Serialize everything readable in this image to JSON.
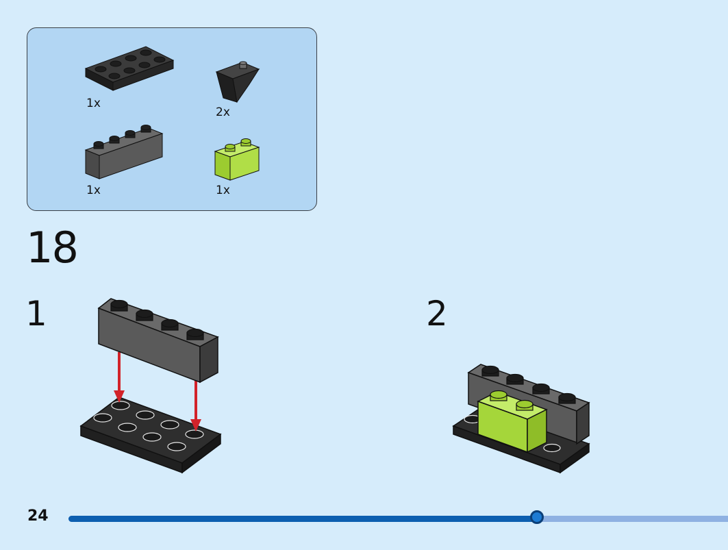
{
  "parts_panel": {
    "items": [
      {
        "name": "black-plate-2x4",
        "quantity": "1x",
        "color": "#2b2b2b"
      },
      {
        "name": "black-inverted-slope",
        "quantity": "2x",
        "color": "#2b2b2b"
      },
      {
        "name": "dark-gray-brick-1x4",
        "quantity": "1x",
        "color": "#555555"
      },
      {
        "name": "lime-brick-1x2",
        "quantity": "1x",
        "color": "#a5d63a"
      }
    ]
  },
  "step": {
    "number": "18",
    "substeps": [
      {
        "label": "1"
      },
      {
        "label": "2"
      }
    ]
  },
  "footer": {
    "page_number": "24",
    "progress": 0.71
  },
  "colors": {
    "background": "#d6ecfb",
    "parts_panel": "#b2d6f3",
    "arrow": "#d2232a",
    "progress_fill": "#0d5fb0",
    "progress_track": "#8fb1e2"
  }
}
